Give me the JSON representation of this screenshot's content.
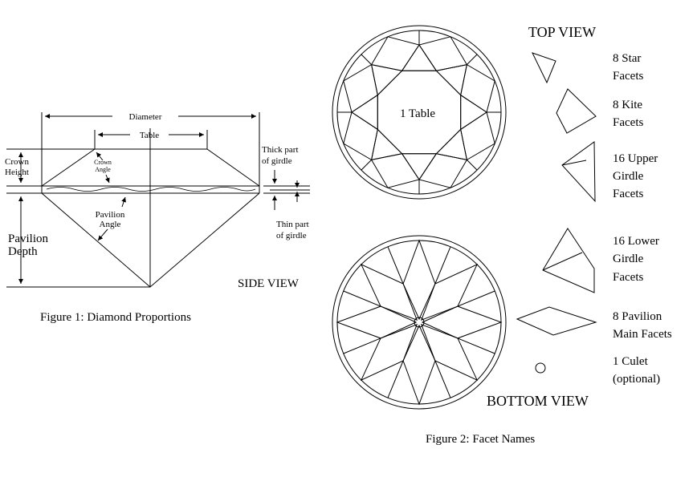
{
  "figure1": {
    "caption": "Figure 1: Diamond Proportions",
    "diameter": "Diameter",
    "table": "Table",
    "crown_height": [
      "Crown",
      "Height"
    ],
    "crown_angle": [
      "Crown",
      "Angle"
    ],
    "pavilion_angle": [
      "Pavilion",
      "Angle"
    ],
    "pavilion_depth": [
      "Pavilion",
      "Depth"
    ],
    "thick_girdle": [
      "Thick part",
      "of girdle"
    ],
    "thin_girdle": [
      "Thin part",
      "of girdle"
    ],
    "side_view": "SIDE VIEW"
  },
  "figure2": {
    "caption": "Figure 2: Facet Names",
    "top_view": "TOP VIEW",
    "bottom_view": "BOTTOM VIEW",
    "table_label": "1 Table",
    "facets": {
      "star": [
        "8 Star",
        "Facets"
      ],
      "kite": [
        "8 Kite",
        "Facets"
      ],
      "upper_girdle": [
        "16 Upper",
        "Girdle",
        "Facets"
      ],
      "lower_girdle": [
        "16 Lower",
        "Girdle",
        "Facets"
      ],
      "pavilion_main": [
        "8 Pavilion",
        "Main Facets"
      ],
      "culet": [
        "1 Culet",
        "(optional)"
      ]
    }
  }
}
